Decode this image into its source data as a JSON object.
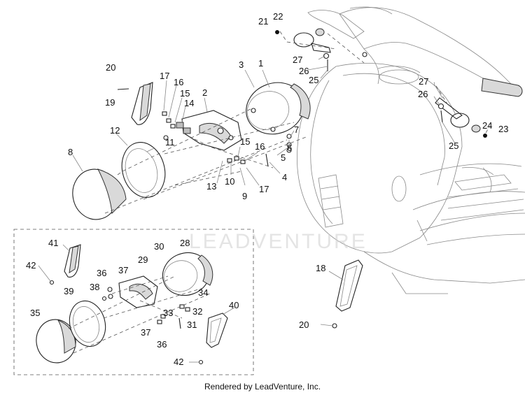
{
  "callouts": [
    "1",
    "2",
    "3",
    "4",
    "5",
    "6",
    "7",
    "8",
    "9",
    "10",
    "11",
    "12",
    "13",
    "14",
    "15",
    "15",
    "16",
    "16",
    "17",
    "17",
    "18",
    "19",
    "20",
    "20",
    "21",
    "22",
    "23",
    "24",
    "25",
    "25",
    "26",
    "26",
    "27",
    "27",
    "28",
    "29",
    "30",
    "31",
    "32",
    "33",
    "34",
    "35",
    "36",
    "36",
    "37",
    "37",
    "38",
    "39",
    "40",
    "41",
    "42",
    "42"
  ],
  "watermark": "LEADVENTURE",
  "footer": "Rendered by LeadVenture, Inc."
}
